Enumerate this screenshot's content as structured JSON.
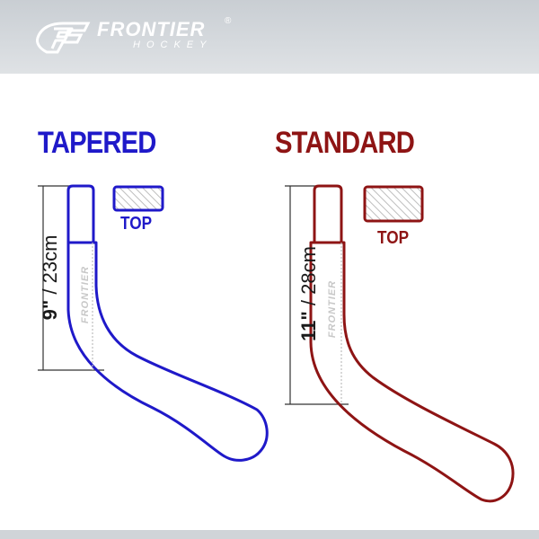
{
  "header": {
    "brand_name": "FRONTIER",
    "registered_mark": "®",
    "brand_sub": "HOCKEY",
    "logo_icon": "frontier-f-logo-icon"
  },
  "tapered": {
    "title": "TAPERED",
    "top_label": "TOP",
    "measure_imperial": "9\"",
    "measure_metric": " / 23cm",
    "blade_brand": "FRONTIER",
    "color": "#1f19c9"
  },
  "standard": {
    "title": "STANDARD",
    "top_label": "TOP",
    "measure_imperial": "11\"",
    "measure_metric": " / 28cm",
    "blade_brand": "FRONTIER",
    "color": "#8e1414"
  },
  "colors": {
    "header_bg": "#d0d4d8",
    "tapered": "#1f19c9",
    "standard": "#8e1414"
  }
}
